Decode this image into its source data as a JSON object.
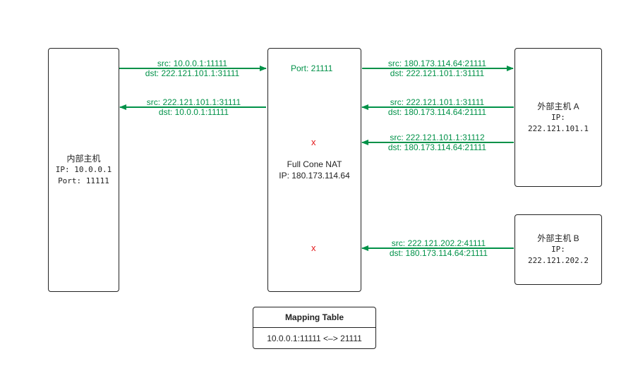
{
  "internal_host": {
    "name": "内部主机",
    "ip_line": "IP: 10.0.0.1",
    "port_line": "Port: 11111"
  },
  "nat": {
    "title": "Full Cone NAT",
    "ip_line": "IP: 180.173.114.64",
    "port_label": "Port: 21111"
  },
  "host_a": {
    "name": "外部主机 A",
    "ip_label": "IP:",
    "ip_value": "222.121.101.1"
  },
  "host_b": {
    "name": "外部主机 B",
    "ip_label": "IP:",
    "ip_value": "222.121.202.2"
  },
  "flows": {
    "out_left": {
      "src": "src: 10.0.0.1:11111",
      "dst": "dst: 222.121.101.1:31111"
    },
    "out_right": {
      "src": "src: 180.173.114.64:21111",
      "dst": "dst: 222.121.101.1:31111"
    },
    "in_left": {
      "src": "src: 222.121.101.1:31111",
      "dst": "dst: 10.0.0.1:11111"
    },
    "in_a_ok": {
      "src": "src: 222.121.101.1:31111",
      "dst": "dst: 180.173.114.64:21111"
    },
    "in_a_other_port": {
      "src": "src: 222.121.101.1:31112",
      "dst": "dst: 180.173.114.64:21111"
    },
    "in_b": {
      "src": "src: 222.121.202.2:41111",
      "dst": "dst: 180.173.114.64:21111"
    },
    "blocked_mark": "x"
  },
  "mapping_table": {
    "title": "Mapping Table",
    "entry": "10.0.0.1:11111 <–> 21111"
  },
  "colors": {
    "allowed": "#009148",
    "blocked": "#e41a1c",
    "border": "#222222"
  }
}
